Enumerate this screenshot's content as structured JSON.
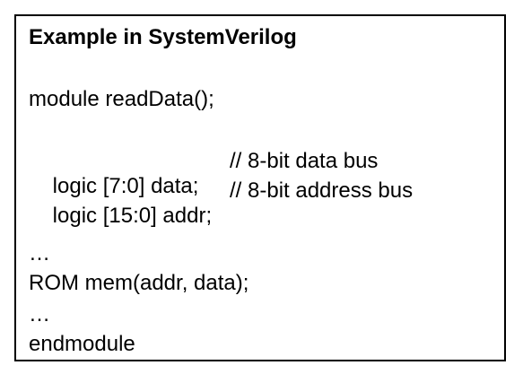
{
  "title": "Example in SystemVerilog",
  "code": {
    "module_decl": "module readData();",
    "logic_data": {
      "decl": "logic [7:0] data;",
      "comment": "// 8-bit data bus"
    },
    "logic_addr": {
      "decl": "logic [15:0] addr;",
      "comment": "// 8-bit address bus"
    },
    "ellipsis_1": "…",
    "rom_inst": "ROM mem(addr, data);",
    "ellipsis_2": "…",
    "end_module": "endmodule"
  }
}
